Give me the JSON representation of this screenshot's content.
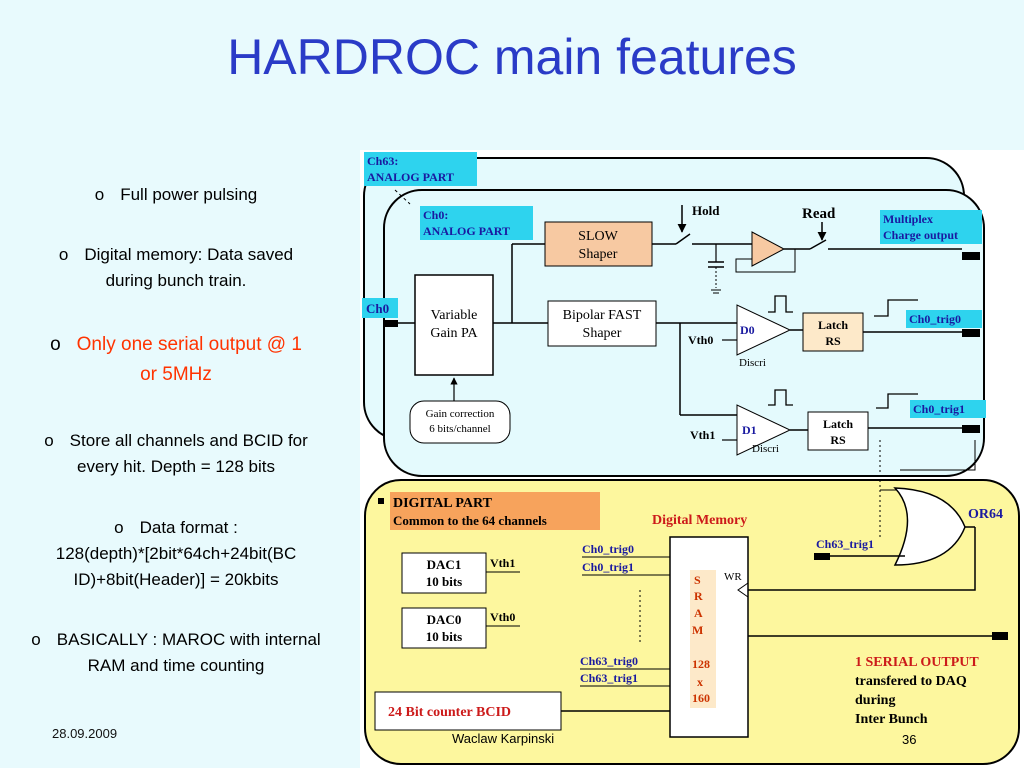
{
  "slide": {
    "title": "HARDROC main features",
    "bullets": [
      {
        "marker": "o",
        "lines": [
          "Full power pulsing"
        ]
      },
      {
        "marker": "o",
        "lines": [
          "Digital memory: Data saved",
          "during bunch train."
        ]
      },
      {
        "marker": "o",
        "lines": [
          "Only one serial output @ 1",
          "or 5MHz"
        ],
        "color": "#ff3300"
      },
      {
        "marker": "o",
        "lines": [
          "Store all channels and BCID for",
          "every hit.  Depth = 128 bits"
        ]
      },
      {
        "marker": "o",
        "lines": [
          "Data format :",
          "128(depth)*[2bit*64ch+24bit(BC",
          "ID)+8bit(Header)] =  20kbits"
        ]
      },
      {
        "marker": "o",
        "lines": [
          "BASICALLY : MAROC with internal",
          "RAM and time counting"
        ]
      }
    ],
    "footer": {
      "date": "28.09.2009",
      "author": "Waclaw Karpinski",
      "page": "36"
    }
  },
  "diagram": {
    "ch63_label": [
      "Ch63:",
      "ANALOG PART"
    ],
    "ch0_label": [
      "Ch0:",
      "ANALOG PART"
    ],
    "ch0_input": "Ch0",
    "hold": "Hold",
    "read": "Read",
    "slow_shaper": [
      "SLOW",
      "Shaper"
    ],
    "fast_shaper": [
      "Bipolar FAST",
      "Shaper"
    ],
    "vga": [
      "Variable",
      "Gain PA"
    ],
    "gain_correction": [
      "Gain correction",
      "6 bits/channel"
    ],
    "multiplex": [
      "Multiplex",
      "Charge output"
    ],
    "vth0": "Vth0",
    "vth1": "Vth1",
    "d0": "D0",
    "d1": "D1",
    "discri": "Discri",
    "latch": [
      "Latch",
      "RS"
    ],
    "ch0_trig0": "Ch0_trig0",
    "ch0_trig1": "Ch0_trig1",
    "digital_part": [
      "DIGITAL PART",
      "Common to the 64 channels"
    ],
    "digital_memory": "Digital Memory",
    "or64": "OR64",
    "ch63_trig1": "Ch63_trig1",
    "dac1": [
      "DAC1",
      "10 bits"
    ],
    "dac0": [
      "DAC0",
      "10 bits"
    ],
    "dac_vth1": "Vth1",
    "dac_vth0": "Vth0",
    "mem_ch0_trig0": "Ch0_trig0",
    "mem_ch0_trig1": "Ch0_trig1",
    "mem_ch63_trig0": "Ch63_trig0",
    "mem_ch63_trig1": "Ch63_trig1",
    "sram": [
      "S",
      "R",
      "A",
      "M",
      "128",
      "x",
      "160"
    ],
    "wr": "WR",
    "serial_output": "1 SERIAL OUTPUT",
    "serial_desc": [
      "transfered to DAQ",
      "during",
      "Inter Bunch"
    ],
    "bcid_counter": "24 Bit counter BCID"
  }
}
